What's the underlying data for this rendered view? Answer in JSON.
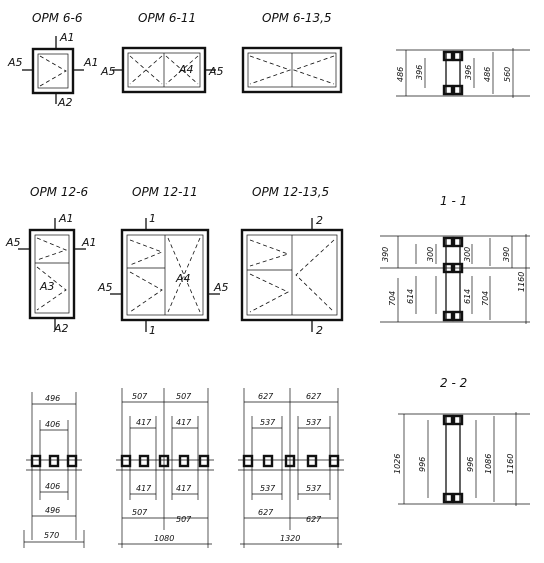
{
  "titles": {
    "orm_6_6": "ОРМ 6-6",
    "orm_6_11": "ОРМ 6-11",
    "orm_6_13": "ОРМ 6-13,5",
    "orm_12_6": "ОРМ 12-6",
    "orm_12_11": "ОРМ 12-11",
    "orm_12_13": "ОРМ 12-13,5"
  },
  "callouts": {
    "a1": "А1",
    "a2": "А2",
    "a3": "А3",
    "a4": "А4",
    "a5": "А5",
    "s1": "1",
    "s2": "2"
  },
  "sections": {
    "s11": "1 - 1",
    "s22": "2 - 2"
  },
  "top_right_dims": [
    "486",
    "396",
    "396",
    "486",
    "560"
  ],
  "mid_right_dims": [
    "390",
    "300",
    "300",
    "390",
    "704",
    "614",
    "614",
    "704",
    "1160"
  ],
  "bottom_right_dims": [
    "1026",
    "996",
    "996",
    "1086",
    "1160"
  ],
  "col1_dims": [
    "496",
    "406",
    "406",
    "496",
    "570"
  ],
  "col2_dims": [
    "507",
    "507",
    "417",
    "417",
    "417",
    "417",
    "507",
    "507",
    "1080"
  ],
  "col3_dims": [
    "627",
    "627",
    "537",
    "537",
    "537",
    "537",
    "627",
    "627",
    "1320"
  ]
}
